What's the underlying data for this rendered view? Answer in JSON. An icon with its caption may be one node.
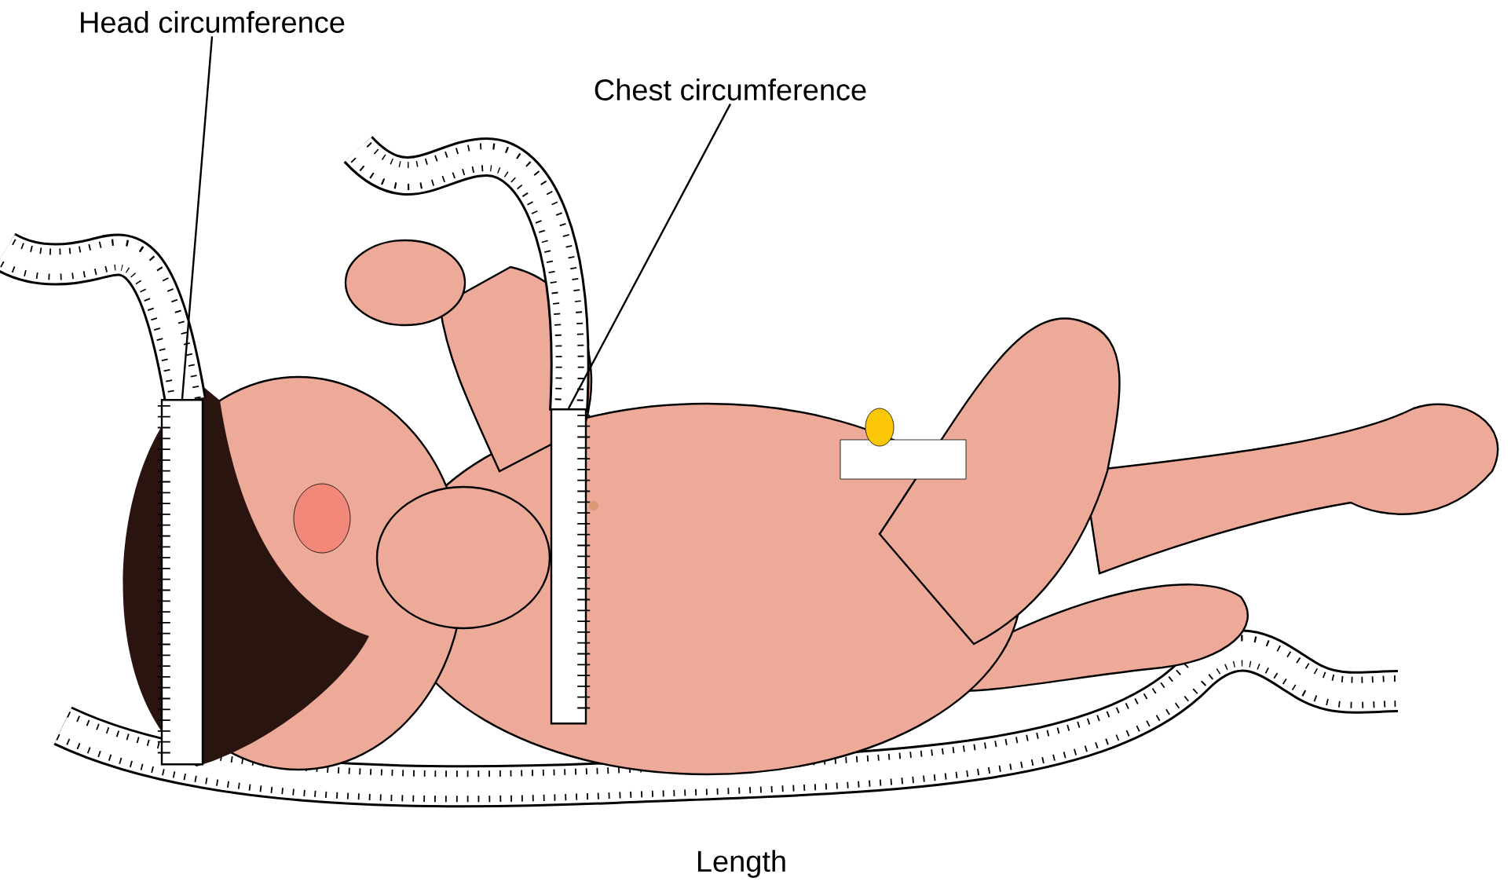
{
  "diagram": {
    "nodes": [
      {
        "text": [
          "Head circumference"
        ]
      },
      {
        "text": [],
        "shape": "picture"
      },
      {
        "text": [
          "Chest circumference"
        ]
      },
      {
        "text": [],
        "shape": "picture"
      }
    ],
    "edges": [
      {
        "from": 0,
        "to": 1,
        "arrow": "none"
      },
      {
        "from": 2,
        "to": 3,
        "arrow": "none"
      }
    ],
    "labels": [
      "Length"
    ]
  }
}
